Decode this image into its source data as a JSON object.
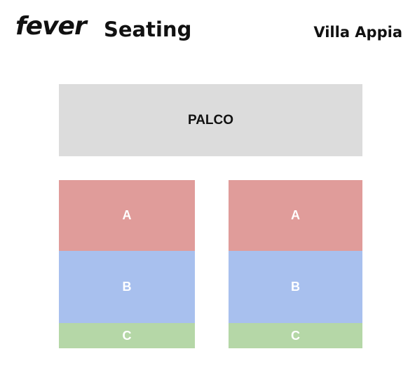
{
  "header": {
    "logo_text": "fever",
    "title": "Seating",
    "venue": "Villa Appia"
  },
  "map": {
    "stage": {
      "label": "PALCO",
      "color": "#dcdcdc"
    },
    "left_block": {
      "sections": [
        {
          "label": "A",
          "color": "#e09c9a"
        },
        {
          "label": "B",
          "color": "#a8c0ee"
        },
        {
          "label": "C",
          "color": "#b5d7a7"
        }
      ]
    },
    "right_block": {
      "sections": [
        {
          "label": "A",
          "color": "#e09c9a"
        },
        {
          "label": "B",
          "color": "#a8c0ee"
        },
        {
          "label": "C",
          "color": "#b5d7a7"
        }
      ]
    }
  }
}
